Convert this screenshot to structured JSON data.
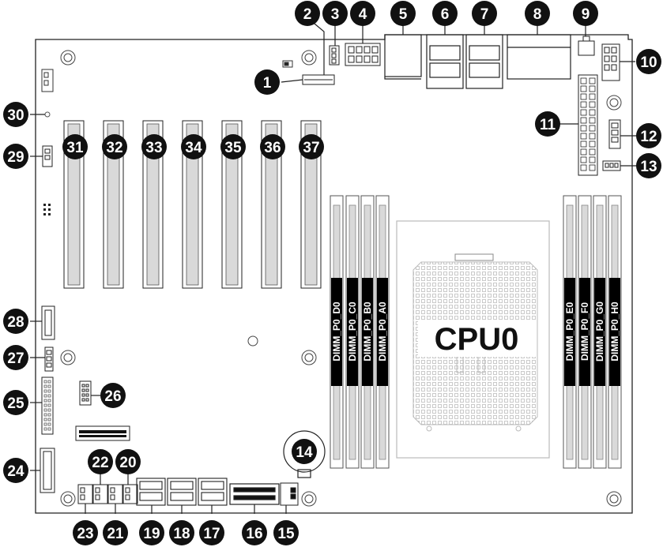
{
  "cpu_label": "CPU0",
  "dimm_left": [
    "DIMM_P0_D0",
    "DIMM_P0_C0",
    "DIMM_P0_B0",
    "DIMM_P0_A0"
  ],
  "dimm_right": [
    "DIMM_P0_E0",
    "DIMM_P0_F0",
    "DIMM_P0_G0",
    "DIMM_P0_H0"
  ],
  "markers": [
    "1",
    "2",
    "3",
    "4",
    "5",
    "6",
    "7",
    "8",
    "9",
    "10",
    "11",
    "12",
    "13",
    "14",
    "15",
    "16",
    "17",
    "18",
    "19",
    "20",
    "21",
    "22",
    "23",
    "24",
    "25",
    "26",
    "27",
    "28",
    "29",
    "30",
    "31",
    "32",
    "33",
    "34",
    "35",
    "36",
    "37"
  ],
  "colors": {
    "ink": "#111111",
    "marker_fill": "#111111",
    "slot_fill": "#d9d9d9",
    "dimm_label_bg": "#000000"
  }
}
